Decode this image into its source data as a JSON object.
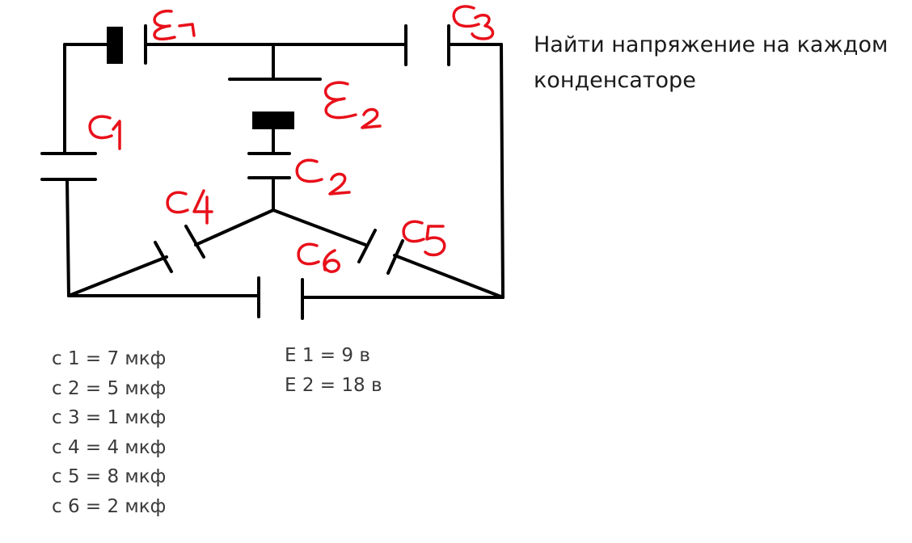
{
  "task": {
    "line1": "Найти напряжение на каждом",
    "line2": "конденсаторе"
  },
  "capacitors": [
    {
      "label": "c 1 = 7 мкф"
    },
    {
      "label": "c 2 = 5 мкф"
    },
    {
      "label": "c 3 = 1 мкф"
    },
    {
      "label": "c 4 = 4 мкф"
    },
    {
      "label": "c 5 = 8 мкф"
    },
    {
      "label": "c 6 = 2 мкф"
    }
  ],
  "sources": [
    {
      "label": "E 1 = 9 в"
    },
    {
      "label": "E 2 = 18 в"
    }
  ],
  "colors": {
    "wire": "#000000",
    "handwriting": "#e8101a",
    "text": "#1a1a1a"
  }
}
